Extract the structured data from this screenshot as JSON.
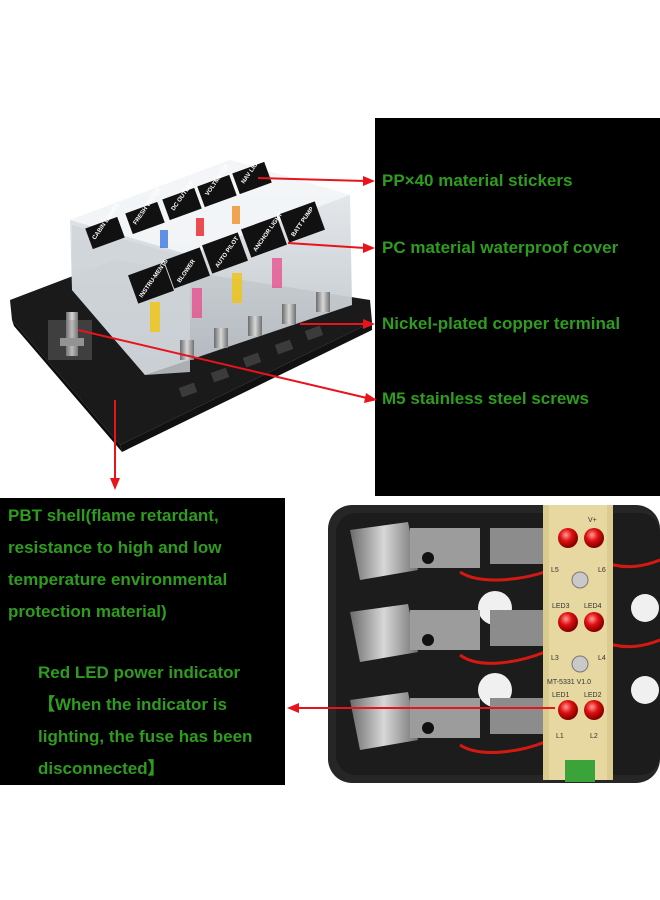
{
  "callouts": [
    {
      "text": "PP×40 material stickers"
    },
    {
      "text": "PC material waterproof cover"
    },
    {
      "text": "Nickel-plated copper terminal"
    },
    {
      "text": "M5 stainless steel screws"
    }
  ],
  "shell_text": [
    "PBT shell(flame retardant,",
    "resistance to high and low",
    "temperature environmental",
    "protection material)"
  ],
  "led_text": [
    "Red LED power indicator",
    "【When the indicator is",
    "lighting, the fuse has been",
    "disconnected】"
  ],
  "fuse_labels": [
    "CABIN LIGHTS",
    "FRESH WATER",
    "DC OUTLET",
    "VOLTMETER",
    "NAV LIGHTS",
    "INSTRU-MENTS",
    "BLOWER",
    "AUTO PILOT",
    "ANCHOR LIGHT",
    "BATT PUMP"
  ],
  "pcb_labels": [
    "V+",
    "L5",
    "L6",
    "LED3",
    "LED4",
    "L3",
    "L4",
    "MT-5331 V1.0",
    "LED1",
    "LED2",
    "L1",
    "L2"
  ],
  "colors": {
    "text_green": "#2e9d1e",
    "arrow_red": "#e8141c",
    "panel_black": "#000000"
  }
}
